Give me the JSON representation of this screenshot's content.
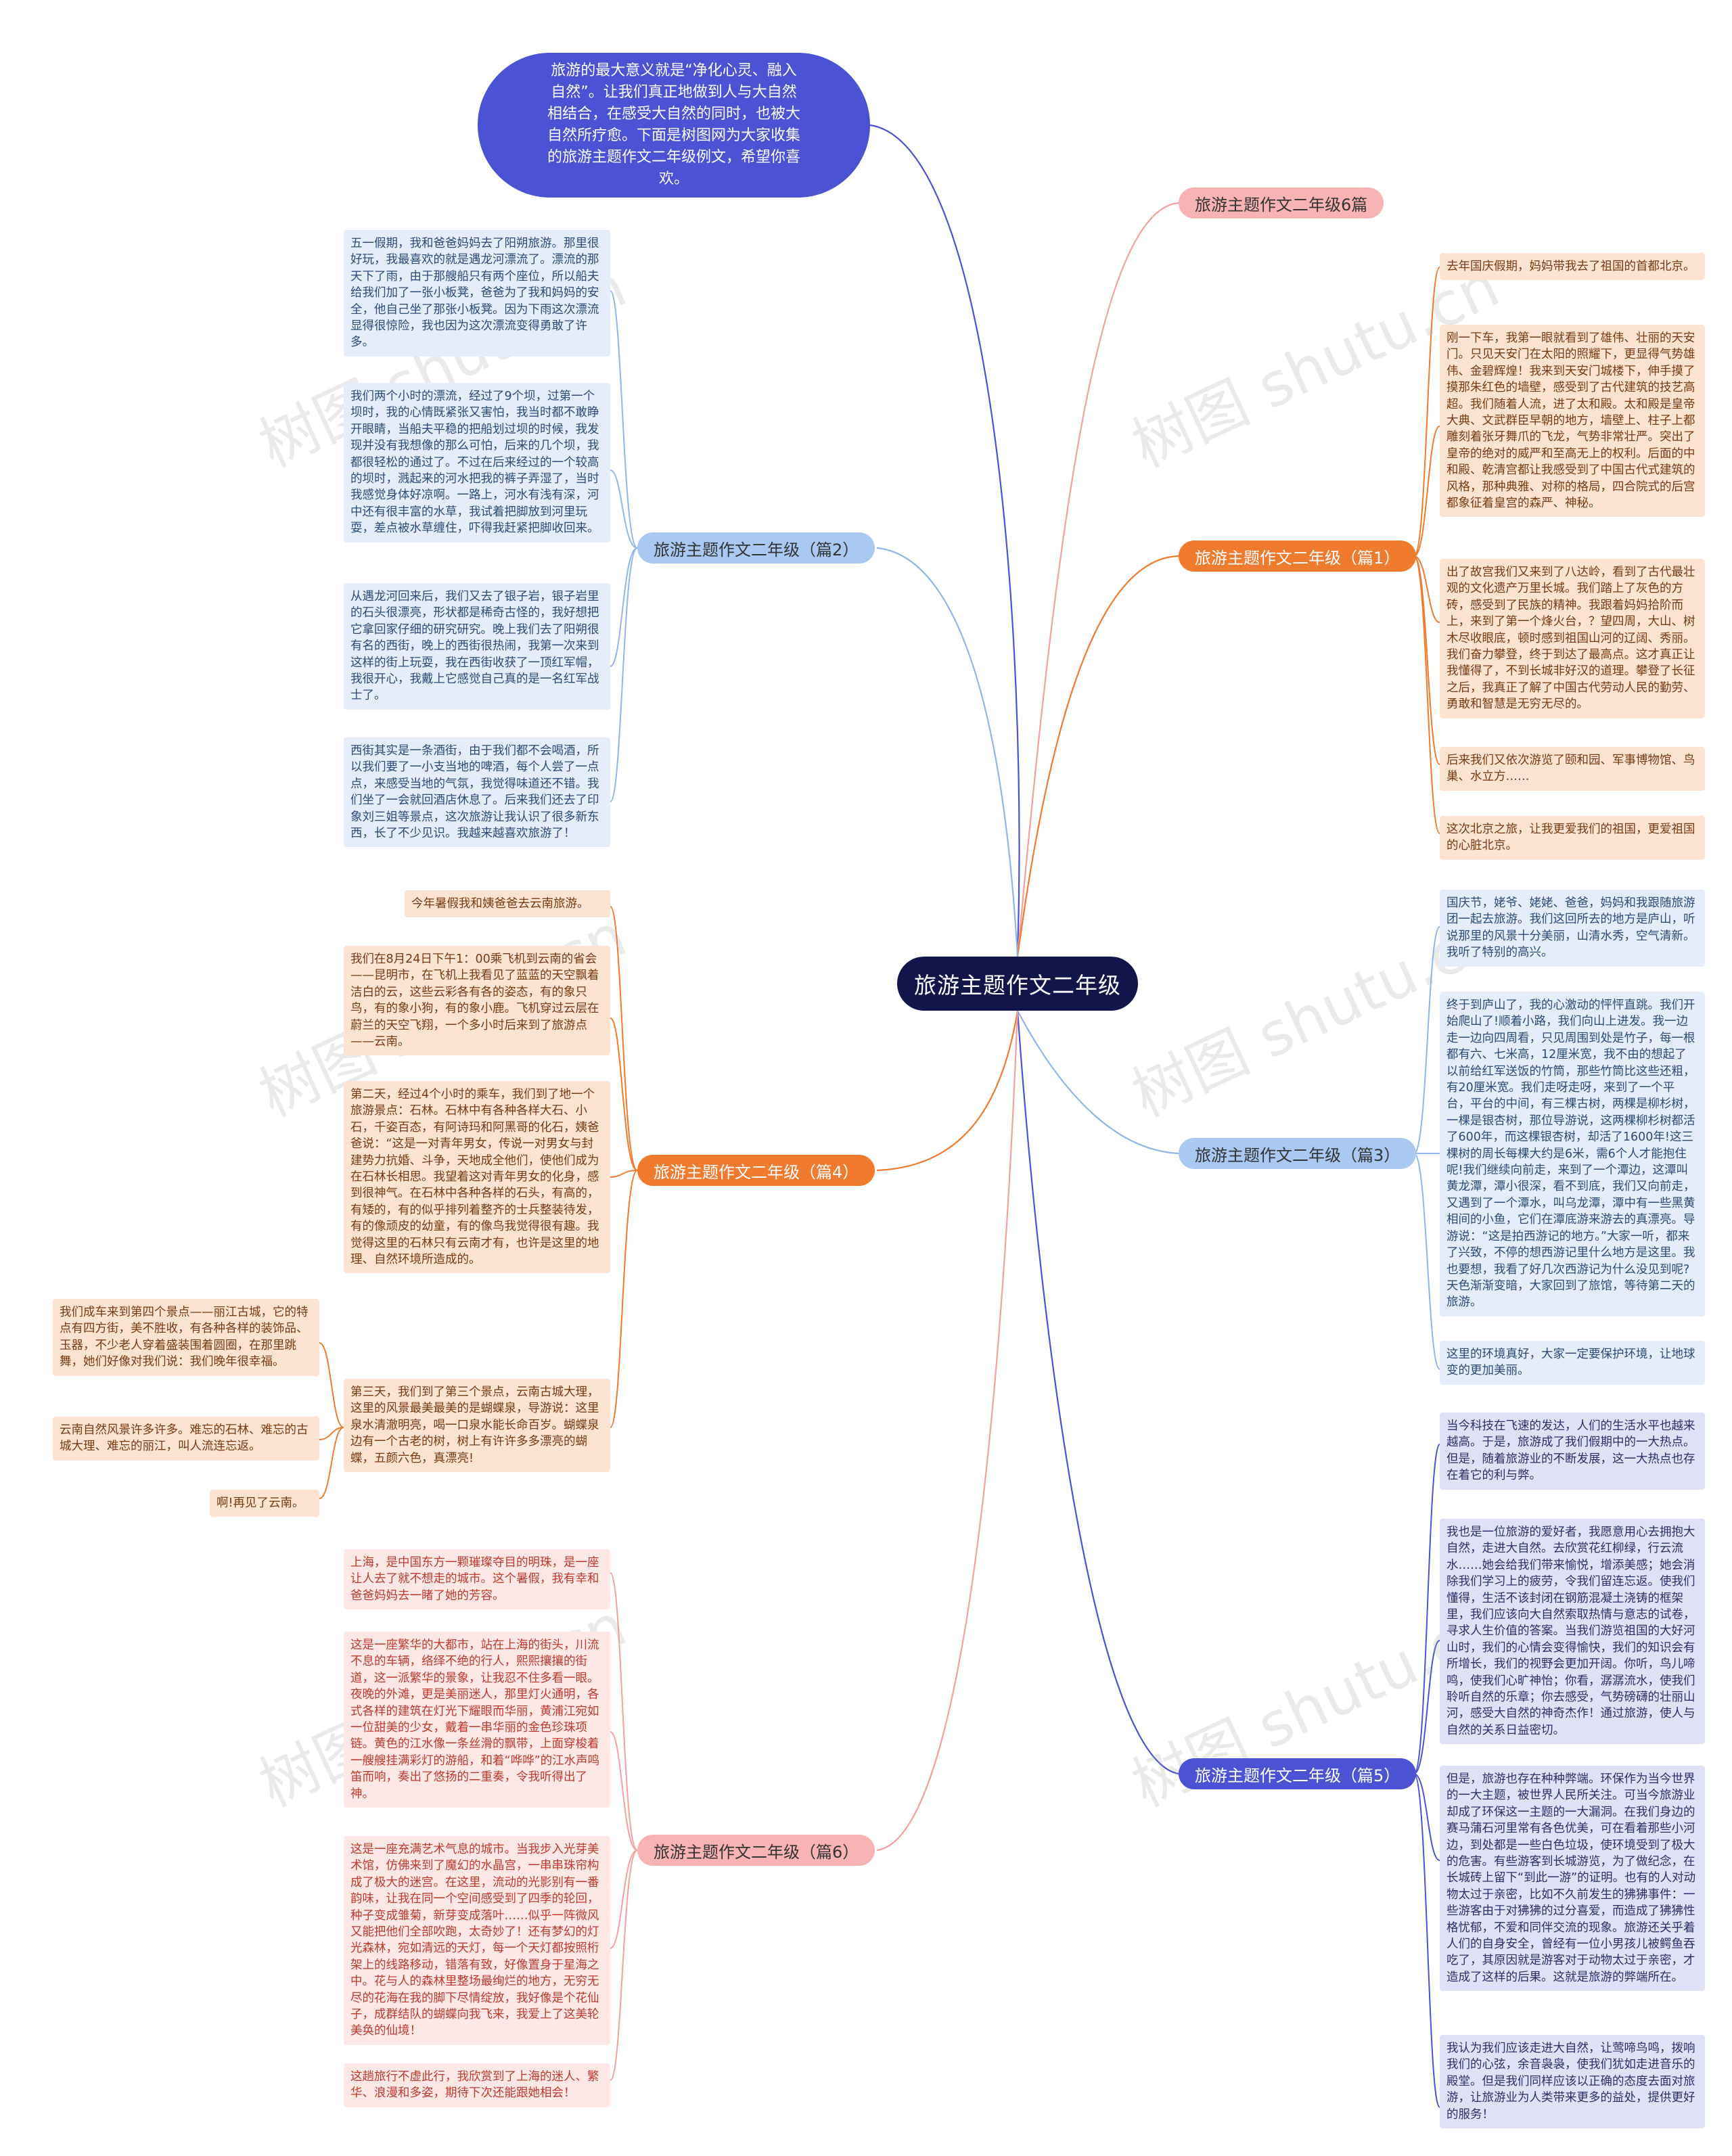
{
  "center": "旅游主题作文二年级",
  "intro": "旅游的最大意义就是“净化心灵、融入自然”。让我们真正地做到人与大自然相结合，在感受大自然的同时，也被大自然所疗愈。下面是树图网为大家收集的旅游主题作文二年级例文，希望你喜欢。",
  "watermark": "树图 shutu.cn",
  "branches": {
    "top": "旅游主题作文二年级6篇",
    "p1": "旅游主题作文二年级（篇1）",
    "p2": "旅游主题作文二年级（篇2）",
    "p3": "旅游主题作文二年级（篇3）",
    "p4": "旅游主题作文二年级（篇4）",
    "p5": "旅游主题作文二年级（篇5）",
    "p6": "旅游主题作文二年级（篇6）"
  },
  "leaves": {
    "p1": [
      "去年国庆假期，妈妈带我去了祖国的首都北京。",
      "刚一下车，我第一眼就看到了雄伟、壮丽的天安门。只见天安门在太阳的照耀下，更显得气势雄伟、金碧辉煌！我来到天安门城楼下，伸手摸了摸那朱红色的墙壁，感受到了古代建筑的技艺高超。我们随着人流，进了太和殿。太和殿是皇帝大典、文武群臣早朝的地方，墙壁上、柱子上都雕刻着张牙舞爪的飞龙，气势非常壮严。突出了皇帝的绝对的威严和至高无上的权利。后面的中和殿、乾清宫都让我感受到了中国古代式建筑的风格，那种典雅、对称的格局，四合院式的后宫都象征着皇宫的森严、神秘。",
      "出了故宫我们又来到了八达岭，看到了古代最壮观的文化遗产万里长城。我们踏上了灰色的方砖，感受到了民族的精神。我跟着妈妈拾阶而上，来到了第一个烽火台，？望四周，大山、树木尽收眼底，顿时感到祖国山河的辽阔、秀丽。我们奋力攀登，终于到达了最高点。这才真正让我懂得了，不到长城非好汉的道理。攀登了长征之后，我真正了解了中国古代劳动人民的勤劳、勇敢和智慧是无穷无尽的。",
      "后来我们又依次游览了颐和园、军事博物馆、鸟巢、水立方……",
      "这次北京之旅，让我更爱我们的祖国，更爱祖国的心脏北京。"
    ],
    "p2": [
      "五一假期，我和爸爸妈妈去了阳朔旅游。那里很好玩，我最喜欢的就是遇龙河漂流了。漂流的那天下了雨，由于那艘船只有两个座位，所以船夫给我们加了一张小板凳，爸爸为了我和妈妈的安全，他自己坐了那张小板凳。因为下雨这次漂流显得很惊险，我也因为这次漂流变得勇敢了许多。",
      "我们两个小时的漂流，经过了9个坝，过第一个坝时，我的心情既紧张又害怕，我当时都不敢睁开眼睛，当船夫平稳的把船划过坝的时候，我发现并没有我想像的那么可怕，后来的几个坝，我都很轻松的通过了。不过在后来经过的一个较高的坝时，溅起来的河水把我的裤子弄湿了，当时我感觉身体好凉啊。一路上，河水有浅有深，河中还有很丰富的水草，我试着把脚放到河里玩耍，差点被水草缠住，吓得我赶紧把脚收回来。",
      "从遇龙河回来后，我们又去了银子岩，银子岩里的石头很漂亮，形状都是稀奇古怪的，我好想把它拿回家仔细的研究研究。晚上我们去了阳朔很有名的西街，晚上的西街很热闹，我第一次来到这样的街上玩耍，我在西街收获了一顶红军帽，我很开心，我戴上它感觉自己真的是一名红军战士了。",
      "西街其实是一条酒街，由于我们都不会喝酒，所以我们要了一小支当地的啤酒，每个人尝了一点点，来感受当地的气氛，我觉得味道还不错。我们坐了一会就回酒店休息了。后来我们还去了印象刘三姐等景点，这次旅游让我认识了很多新东西，长了不少见识。我越来越喜欢旅游了！"
    ],
    "p3": [
      "国庆节，姥爷、姥姥、爸爸，妈妈和我跟随旅游团一起去旅游。我们这回所去的地方是庐山，听说那里的风景十分美丽，山清水秀，空气清新。我听了特别的高兴。",
      "终于到庐山了，我的心激动的怦怦直跳。我们开始爬山了!顺着小路，我们向山上进发。我一边走一边向四周看，只见周围到处是竹子，每一根都有六、七米高，12厘米宽，我不由的想起了以前给红军送饭的竹筒，那些竹筒比这些还粗，有20厘米宽。我们走呀走呀，来到了一个平台，平台的中间，有三棵古树，两棵是柳杉树，一棵是银杏树，那位导游说，这两棵柳杉树都活了600年，而这棵银杏树，却活了1600年!这三棵树的周长每棵大约是6米，需6个人才能抱住呢!我们继续向前走，来到了一个潭边，这潭叫黄龙潭，潭小很深，看不到底，我们又向前走，又遇到了一个潭水，叫乌龙潭，潭中有一些黑黄相间的小鱼，它们在潭底游来游去的真漂亮。导游说：“这是拍西游记的地方。”大家一听，都来了兴致，不停的想西游记里什么地方是这里。我也要想，我看了好几次西游记为什么没见到呢?天色渐渐变暗，大家回到了旅馆，等待第二天的旅游。",
      "这里的环境真好，大家一定要保护环境，让地球变的更加美丽。"
    ],
    "p4": [
      "今年暑假我和姨爸爸去云南旅游。",
      "我们在8月24日下午1：00乘飞机到云南的省会——昆明市，在飞机上我看见了蓝蓝的天空飘着洁白的云，这些云彩各有各的姿态，有的象只鸟，有的象小狗，有的象小鹿。飞机穿过云层在蔚兰的天空飞翔，一个多小时后来到了旅游点——云南。",
      "第二天，经过4个小时的乘车，我们到了地一个旅游景点：石林。石林中有各种各样大石、小石，千姿百态，有阿诗玛和阿黑哥的化石，姨爸爸说：“这是一对青年男女，传说一对男女与封建势力抗婚、斗争，天地成全他们，使他们成为在石林长相思。我望着这对青年男女的化身，感到很神气。在石林中各种各样的石头，有高的，有矮的，有的似乎排列着整齐的士兵整装待发，有的像顽皮的幼童，有的像鸟我觉得很有趣。我觉得这里的石林只有云南才有，也许是这里的地理、自然环境所造成的。",
      "第三天，我们到了第三个景点，云南古城大理，这里的风景最美最美的是蝴蝶泉，导游说：这里泉水清澈明亮，喝一口泉水能长命百岁。蝴蝶泉边有一个古老的树，树上有许许多多漂亮的蝴蝶，五颜六色，真漂亮!"
    ],
    "p4_sub": [
      "我们成车来到第四个景点——丽江古城，它的特点有四方街，美不胜收，有各种各样的装饰品、玉器，不少老人穿着盛装围着圆圈，在那里跳舞，她们好像对我们说：我们晚年很幸福。",
      "云南自然风景许多许多。难忘的石林、难忘的古城大理、难忘的丽江，叫人流连忘返。",
      "啊!再见了云南。"
    ],
    "p5": [
      "当今科技在飞速的发达，人们的生活水平也越来越高。于是，旅游成了我们假期中的一大热点。但是，随着旅游业的不断发展，这一大热点也存在着它的利与弊。",
      "我也是一位旅游的爱好者，我愿意用心去拥抱大自然，走进大自然。去欣赏花红柳绿，行云流水……她会给我们带来愉悦，增添美感；她会消除我们学习上的疲劳，令我们留连忘返。使我们懂得，生活不该封闭在钢筋混凝土浇铸的框架里，我们应该向大自然索取热情与意志的试卷，寻求人生价值的答案。当我们游览祖国的大好河山时，我们的心情会变得愉快，我们的知识会有所增长，我们的视野会更加开阔。你听，鸟儿啼鸣，使我们心旷神怡；你看，潺潺流水，使我们聆听自然的乐章；你去感受，气势磅礴的壮丽山河，感受大自然的神奇杰作！通过旅游，使人与自然的关系日益密切。",
      "但是，旅游也存在种种弊端。环保作为当今世界的一大主题，被世界人民所关注。可当今旅游业却成了环保这一主题的一大漏洞。在我们身边的赛马蒲石河里常有各色优美，可在看着那些小河边，到处都是一些白色垃圾，使环境受到了极大的危害。有些游客到长城游览，为了做纪念，在长城砖上留下“到此一游”的证明。也有的人对动物太过于亲密，比如不久前发生的狒狒事件：一些游客由于对狒狒的过分喜爱，而造成了狒狒性格忧郁，不爱和同伴交流的现象。旅游还关乎着人们的自身安全，曾经有一位小男孩儿被鳄鱼吞吃了，其原因就是游客对于动物太过于亲密，才造成了这样的后果。这就是旅游的弊端所在。",
      "我认为我们应该走进大自然，让莺啼鸟鸣，拨响我们的心弦，余音袅袅，使我们犹如走进音乐的殿堂。但是我们同样应该以正确的态度去面对旅游，让旅游业为人类带来更多的益处，提供更好的服务！"
    ],
    "p6": [
      "上海，是中国东方一颗璀璨夺目的明珠，是一座让人去了就不想走的城市。这个暑假，我有幸和爸爸妈妈去一睹了她的芳容。",
      "这是一座繁华的大都市，站在上海的街头，川流不息的车辆，络绎不绝的行人，熙熙攘攘的街道，这一派繁华的景象，让我忍不住多看一眼。夜晚的外滩，更是美丽迷人，那里灯火通明，各式各样的建筑在灯光下耀眼而华丽，黄浦江宛如一位甜美的少女，戴着一串华丽的金色珍珠项链。黄色的江水像一条丝滑的飘带，上面穿梭着一艘艘挂满彩灯的游船，和着“哗哗”的江水声鸣笛而响，奏出了悠扬的二重奏，令我听得出了神。",
      "这是一座充满艺术气息的城市。当我步入光芽美术馆，仿佛来到了魔幻的水晶宫，一串串珠帘构成了极大的迷宫。在这里，流动的光影别有一番韵味，让我在同一个空间感受到了四季的轮回，种子变成雏菊，新芽变成落叶……似乎一阵微风又能把他们全部吹跑，太奇妙了！还有梦幻的灯光森林，宛如清远的天灯，每一个天灯都按照桁架上的线路移动，错落有致，好像置身于星海之中。花与人的森林里整场最绚烂的地方，无穷无尽的花海在我的脚下尽情绽放，我好像是个花仙子，成群结队的蝴蝶向我飞来，我爱上了这美轮美奂的仙境！",
      "这趟旅行不虚此行，我欣赏到了上海的迷人、繁华、浪漫和多姿，期待下次还能跟她相会！"
    ]
  }
}
